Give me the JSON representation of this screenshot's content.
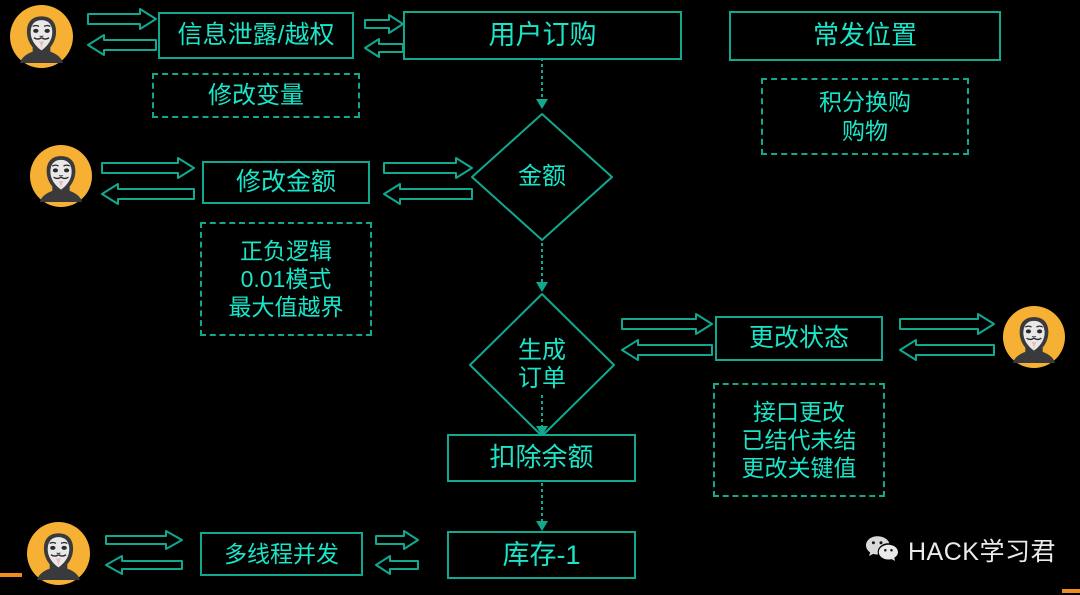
{
  "diagram": {
    "title": "电商业务逻辑漏洞挖掘流程图",
    "background_color": "#000000",
    "line_color": "#12a88f",
    "text_color": "#1ae5c8",
    "avatar_color": "#f6b034",
    "accent_color": "#f08c1e"
  },
  "nodes": [
    {
      "id": "info-leak",
      "label": "信息泄露/越权",
      "style": "solid"
    },
    {
      "id": "modify-var",
      "label": "修改变量",
      "style": "dashed"
    },
    {
      "id": "user-order",
      "label": "用户订购",
      "style": "solid"
    },
    {
      "id": "often-send",
      "label": "常发位置",
      "style": "solid"
    },
    {
      "id": "points-swap",
      "label": "积分换购\n购物",
      "style": "dashed"
    },
    {
      "id": "modify-amount",
      "label": "修改金额",
      "style": "solid"
    },
    {
      "id": "amount-notes",
      "label": "正负逻辑\n0.01模式\n最大值越界",
      "style": "dashed"
    },
    {
      "id": "amount",
      "label": "金额",
      "style": "diamond"
    },
    {
      "id": "gen-order",
      "label": "生成\n订单",
      "style": "diamond"
    },
    {
      "id": "change-state",
      "label": "更改状态",
      "style": "solid"
    },
    {
      "id": "state-notes",
      "label": "接口更改\n已结代未结\n更改关键值",
      "style": "dashed"
    },
    {
      "id": "deduct",
      "label": "扣除余额",
      "style": "solid"
    },
    {
      "id": "stock",
      "label": "库存-1",
      "style": "solid"
    },
    {
      "id": "multithread",
      "label": "多线程并发",
      "style": "solid"
    }
  ],
  "avatars": [
    {
      "id": "hacker-top-left",
      "name": "hacker-avatar"
    },
    {
      "id": "hacker-mid-left",
      "name": "hacker-avatar"
    },
    {
      "id": "hacker-mid-right",
      "name": "hacker-avatar"
    },
    {
      "id": "hacker-bottom-left",
      "name": "hacker-avatar"
    }
  ],
  "connectors": [
    {
      "id": "c1",
      "type": "double-arrow",
      "from": "hacker-top-left",
      "to": "info-leak"
    },
    {
      "id": "c2",
      "type": "double-arrow-compact",
      "from": "info-leak",
      "to": "user-order"
    },
    {
      "id": "c3",
      "type": "double-arrow",
      "from": "hacker-mid-left",
      "to": "modify-amount"
    },
    {
      "id": "c4",
      "type": "double-arrow",
      "from": "modify-amount",
      "to": "amount"
    },
    {
      "id": "c5",
      "type": "double-arrow",
      "from": "gen-order",
      "to": "change-state"
    },
    {
      "id": "c6",
      "type": "double-arrow",
      "from": "change-state",
      "to": "hacker-mid-right"
    },
    {
      "id": "c7",
      "type": "double-arrow",
      "from": "hacker-bottom-left",
      "to": "multithread"
    },
    {
      "id": "c8",
      "type": "double-arrow-compact",
      "from": "multithread",
      "to": "stock"
    },
    {
      "id": "f1",
      "type": "dotted-flow-down",
      "from": "user-order",
      "to": "amount"
    },
    {
      "id": "f2",
      "type": "dotted-flow-down",
      "from": "amount",
      "to": "gen-order"
    },
    {
      "id": "f3",
      "type": "dotted-flow-down",
      "from": "gen-order",
      "to": "deduct"
    },
    {
      "id": "f4",
      "type": "dotted-flow-down",
      "from": "deduct",
      "to": "stock"
    }
  ],
  "watermark": {
    "icon": "wechat-icon",
    "text": "HACK学习君"
  }
}
